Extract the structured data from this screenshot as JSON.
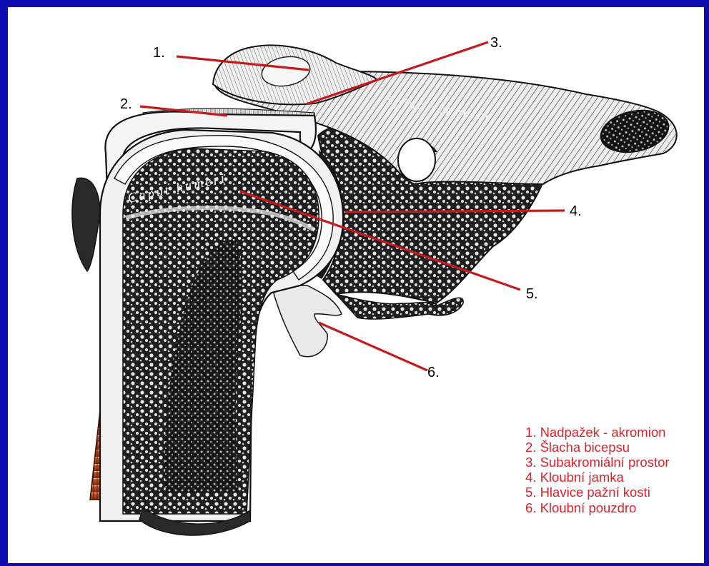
{
  "diagram": {
    "bone_labels": {
      "spina": "Spina scapulae",
      "caput": "Caput humeri"
    },
    "callouts": [
      {
        "id": 1,
        "number": "1."
      },
      {
        "id": 2,
        "number": "2."
      },
      {
        "id": 3,
        "number": "3."
      },
      {
        "id": 4,
        "number": "4."
      },
      {
        "id": 5,
        "number": "5."
      },
      {
        "id": 6,
        "number": "6."
      }
    ],
    "legend": [
      "1. Nadpažek - akromion",
      "2. Šlacha bicepsu",
      "3. Subakromiální prostor",
      "4. Kloubní jamka",
      "5. Hlavice pažní kosti",
      "6. Kloubní pouzdro"
    ]
  },
  "colors": {
    "frame": "#0c0cb0",
    "callout_line": "#c41a1e",
    "legend_text": "#e0202a",
    "bone_dark": "#1e1e1e",
    "bone_light": "#efefef",
    "muscle": "#b8441a"
  }
}
